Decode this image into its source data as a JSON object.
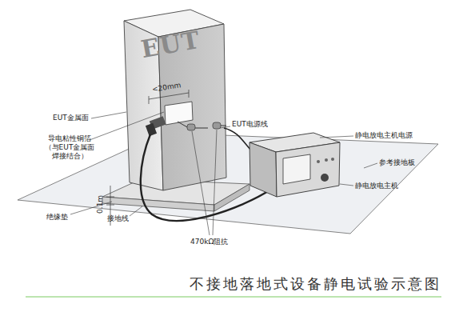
{
  "diagram": {
    "caption": "不接地落地式设备静电试验示意图",
    "nodes": [
      {
        "text": [
          "EUT"
        ]
      }
    ],
    "labels": [
      "EUT金属面",
      "<20mm",
      "导电粘性铜箔 （与EUT金属面焊接结合）",
      "0.1m",
      "EUT电源线",
      "静电放电主机电源",
      "参考接地板",
      "静电放电主机",
      "绝缘垫",
      "接地线",
      "470kΩ阻抗"
    ]
  }
}
